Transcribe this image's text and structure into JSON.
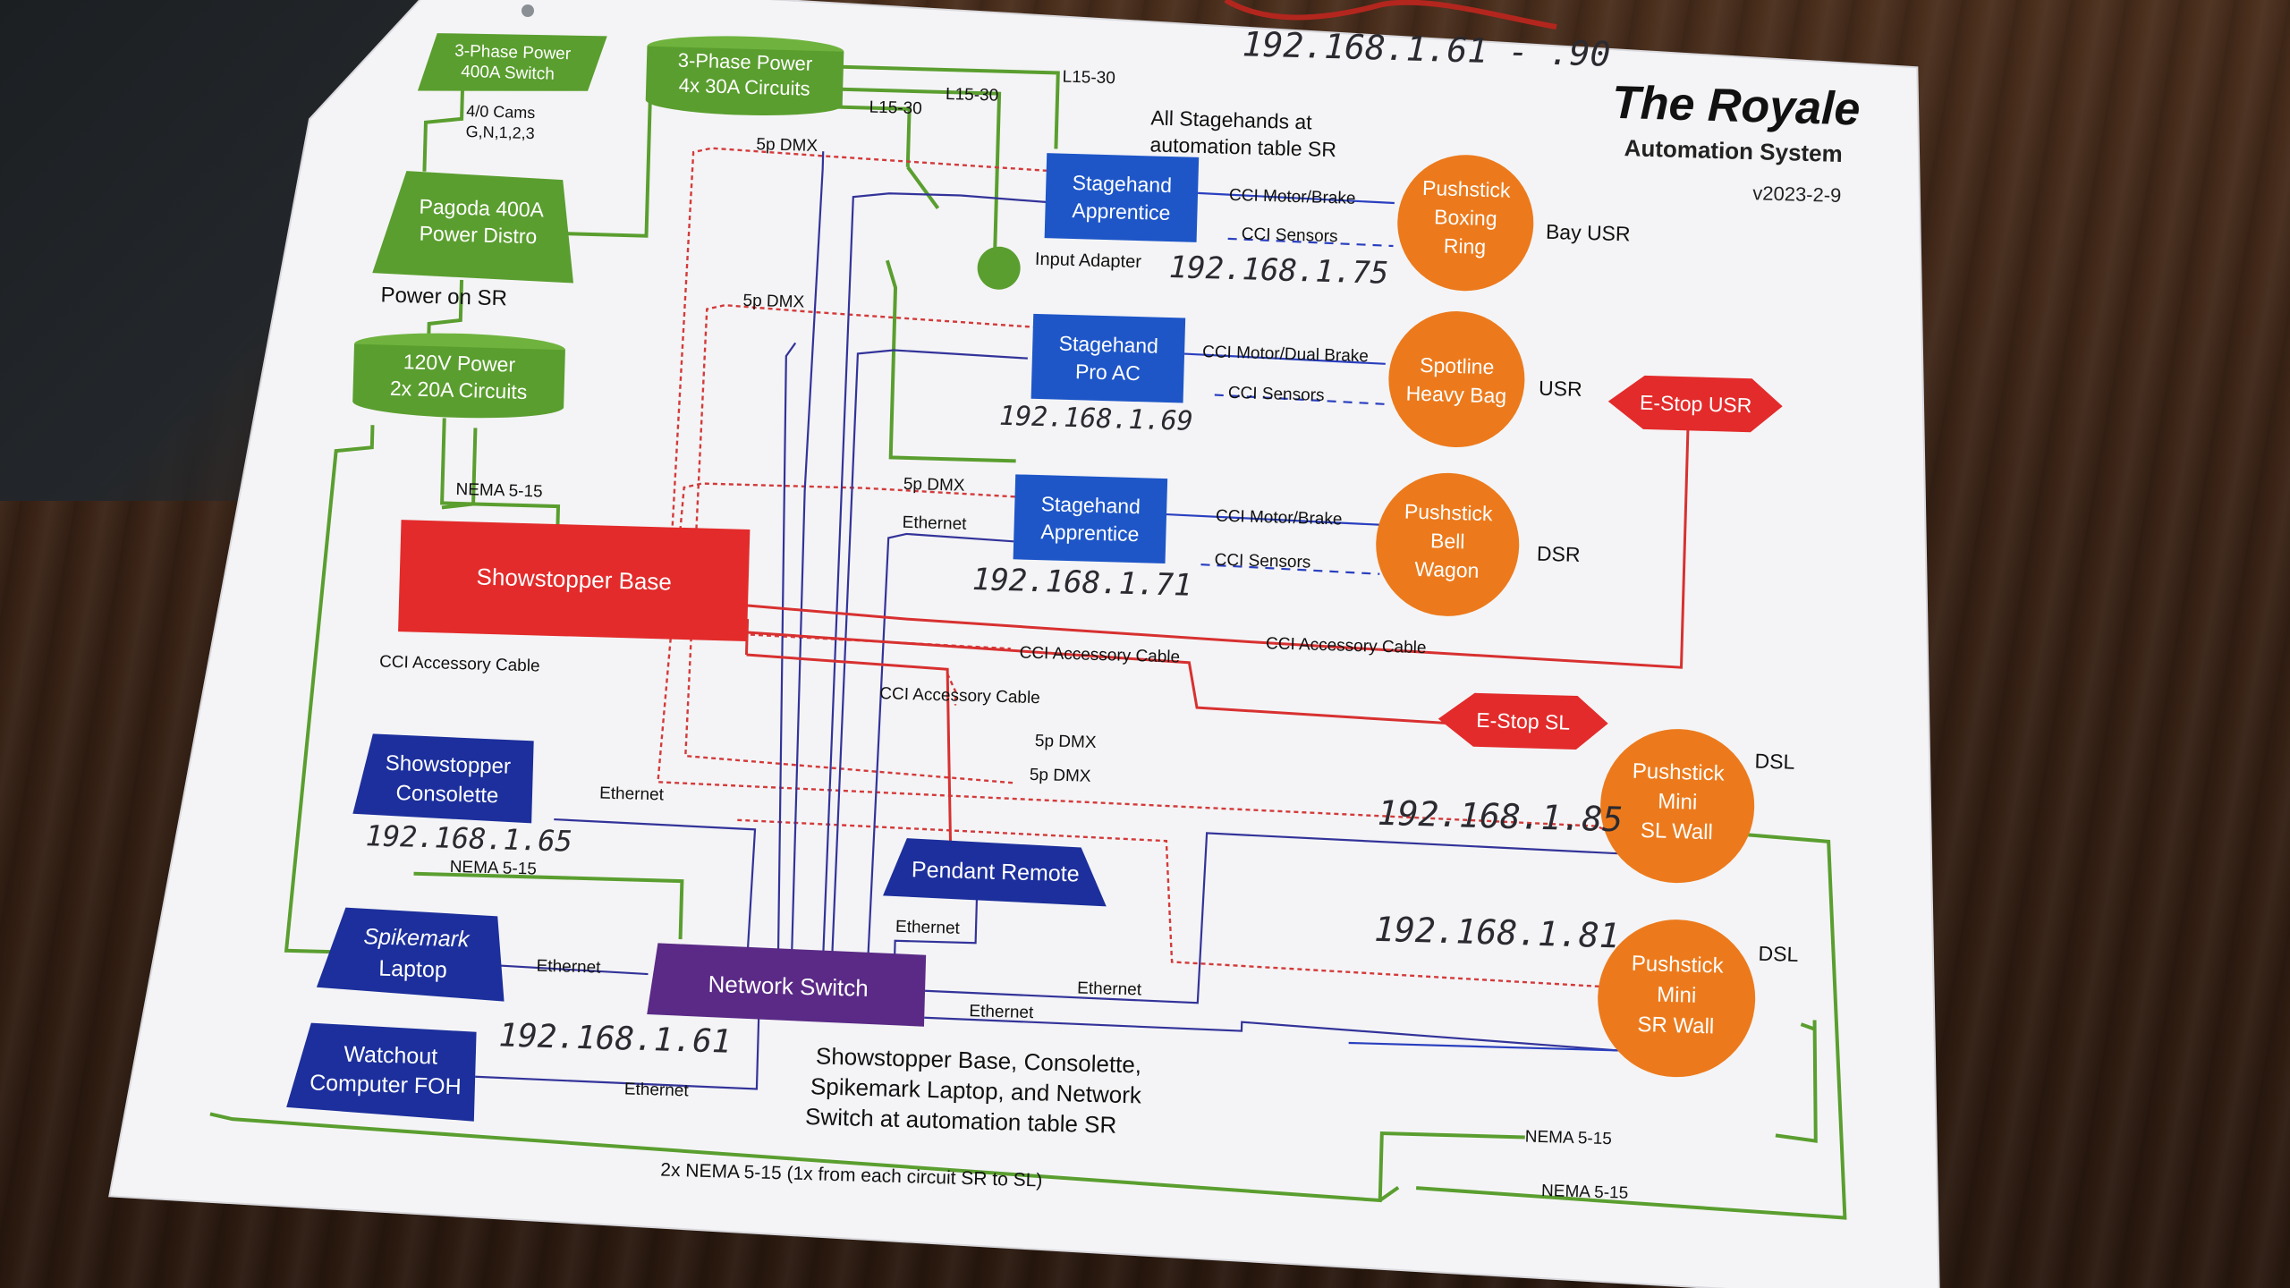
{
  "title": {
    "main": "The Royale",
    "sub": "Automation System",
    "version": "v2023-2-9"
  },
  "ip_range": "192.168.1.61 - .90",
  "note_top": [
    "All Stagehands at",
    "automation table SR"
  ],
  "power": {
    "three_phase_switch": [
      "3-Phase Power",
      "400A Switch"
    ],
    "cams": [
      "4/0 Cams",
      "G,N,1,2,3"
    ],
    "three_phase_circuits": [
      "3-Phase Power",
      "4x 30A Circuits"
    ],
    "pagoda": [
      "Pagoda 400A",
      "Power Distro"
    ],
    "power_on_sr": "Power on SR",
    "v120": [
      "120V Power",
      "2x 20A Circuits"
    ]
  },
  "controllers": {
    "sa1": {
      "label": [
        "Stagehand",
        "Apprentice"
      ],
      "ip": ""
    },
    "input_adapter": {
      "label": "Input Adapter",
      "ip": "192.168.1.75"
    },
    "pro_ac": {
      "label": [
        "Stagehand",
        "Pro AC"
      ],
      "ip": "192.168.1.69"
    },
    "sa2": {
      "label": [
        "Stagehand",
        "Apprentice"
      ],
      "ip": "192.168.1.71"
    }
  },
  "devices": {
    "boxing_ring": {
      "label": [
        "Pushstick",
        "Boxing",
        "Ring"
      ],
      "location": "Bay USR"
    },
    "heavy_bag": {
      "label": [
        "Spotline",
        "Heavy Bag"
      ],
      "location": "USR"
    },
    "bell_wagon": {
      "label": [
        "Pushstick",
        "Bell",
        "Wagon"
      ],
      "location": "DSR"
    },
    "mini_sl": {
      "label": [
        "Pushstick",
        "Mini",
        "SL Wall"
      ],
      "location": "DSL",
      "ip": "192.168.1.85"
    },
    "mini_sr": {
      "label": [
        "Pushstick",
        "Mini",
        "SR Wall"
      ],
      "location": "DSL",
      "ip": "192.168.1.81"
    }
  },
  "estops": {
    "usr": "E-Stop USR",
    "sl": "E-Stop SL"
  },
  "base": "Showstopper Base",
  "consolette": {
    "label": [
      "Showstopper",
      "Consolette"
    ],
    "ip": "192.168.1.65"
  },
  "pendant": "Pendant Remote",
  "network_switch": "Network Switch",
  "laptop": {
    "label": [
      "Spikemark",
      "Laptop"
    ],
    "ip": "192.168.1.61"
  },
  "watchout": [
    "Watchout",
    "Computer FOH"
  ],
  "cable_labels": {
    "l1530": "L15-30",
    "dmx": "5p DMX",
    "motor_brake": "CCI Motor/Brake",
    "motor_dual": "CCI Motor/Dual Brake",
    "sensors": "CCI Sensors",
    "accessory": "CCI Accessory Cable",
    "ethernet": "Ethernet",
    "nema": "NEMA 5-15",
    "nema_bottom": "2x NEMA 5-15 (1x from each circuit SR to SL)"
  },
  "note_bottom": [
    "Showstopper Base, Consolette,",
    "Spikemark Laptop, and Network",
    "Switch at automation table SR"
  ],
  "colors": {
    "green": "#5a9e2f",
    "blue": "#1e56c8",
    "navy": "#1c2f9c",
    "orange": "#ec7a1c",
    "red": "#e32b2b",
    "purple": "#5a2a86"
  }
}
